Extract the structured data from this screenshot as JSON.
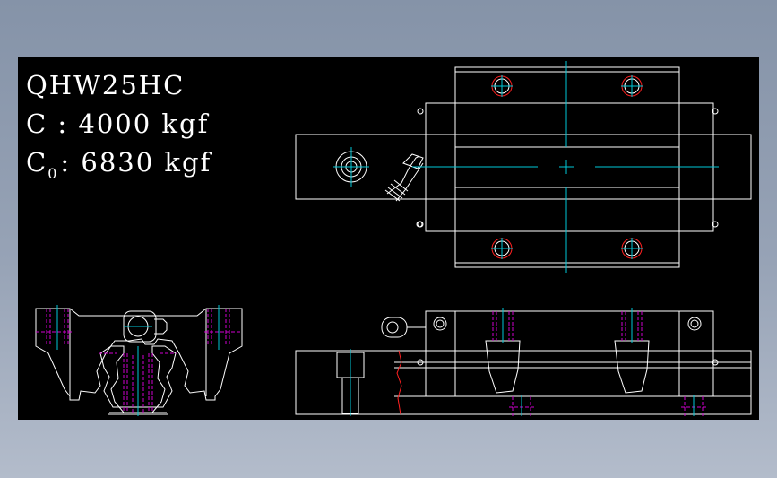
{
  "spec": {
    "model": "QHW25HC",
    "c_label": "C : ",
    "c_value": "4000 kgf",
    "c0_letter": "C",
    "c0_sub": "0",
    "c0_sep": ": ",
    "c0_value": "6830 kgf"
  },
  "colors": {
    "background": "#000000",
    "outline": "#ffffff",
    "centerline": "#00c8d8",
    "hidden": "#d000d0",
    "hole_highlight": "#ff2020",
    "frame": "#8593a8"
  },
  "views": [
    "top-view",
    "front-section-view",
    "side-view"
  ]
}
